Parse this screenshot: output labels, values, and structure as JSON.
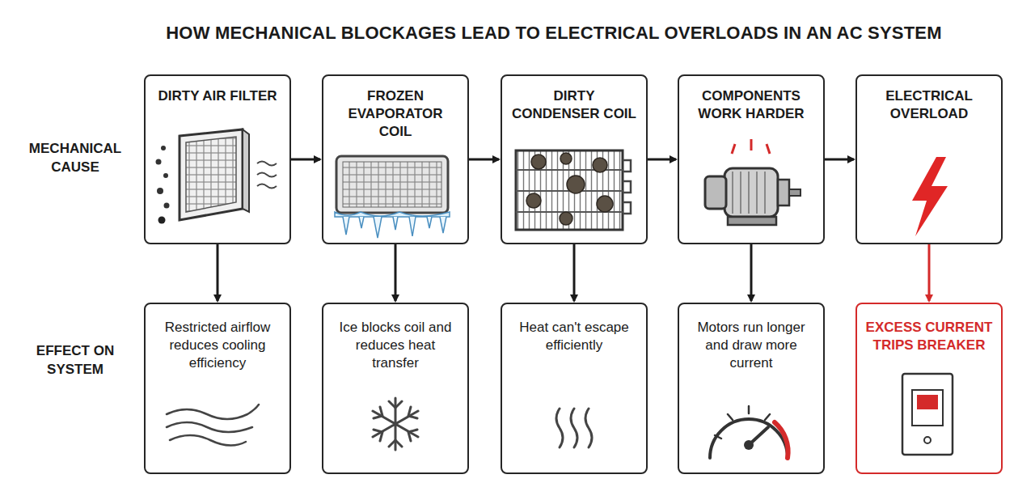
{
  "diagram": {
    "title": "HOW MECHANICAL BLOCKAGES LEAD TO ELECTRICAL OVERLOADS IN AN AC SYSTEM",
    "nodes": [
      {
        "text": [
          "DIRTY AIR FILTER"
        ]
      },
      {
        "text": [
          "FROZEN EVAPORATOR COIL"
        ]
      },
      {
        "text": [
          "DIRTY CONDENSER COIL"
        ]
      },
      {
        "text": [
          "COMPONENTS WORK HARDER"
        ]
      },
      {
        "text": [
          "ELECTRICAL OVERLOAD"
        ]
      },
      {
        "text": [
          "Restricted airflow reduces cooling efficiency"
        ]
      },
      {
        "text": [
          "Ice blocks coil and reduces heat transfer"
        ]
      },
      {
        "text": [
          "Heat can't escape efficiently"
        ]
      },
      {
        "text": [
          "Motors run longer and draw more current"
        ]
      },
      {
        "text": [
          "EXCESS CURRENT TRIPS BREAKER"
        ]
      }
    ],
    "edges": [
      {
        "from": 0,
        "to": 1,
        "arrow": "to"
      },
      {
        "from": 1,
        "to": 2,
        "arrow": "to"
      },
      {
        "from": 2,
        "to": 3,
        "arrow": "to"
      },
      {
        "from": 3,
        "to": 4,
        "arrow": "to"
      },
      {
        "from": 0,
        "to": 5,
        "arrow": "to"
      },
      {
        "from": 1,
        "to": 6,
        "arrow": "to"
      },
      {
        "from": 2,
        "to": 7,
        "arrow": "to"
      },
      {
        "from": 3,
        "to": 8,
        "arrow": "to"
      },
      {
        "from": 4,
        "to": 9,
        "arrow": "to"
      }
    ],
    "labels": [
      "MECHANICAL CAUSE",
      "EFFECT ON SYSTEM"
    ]
  }
}
